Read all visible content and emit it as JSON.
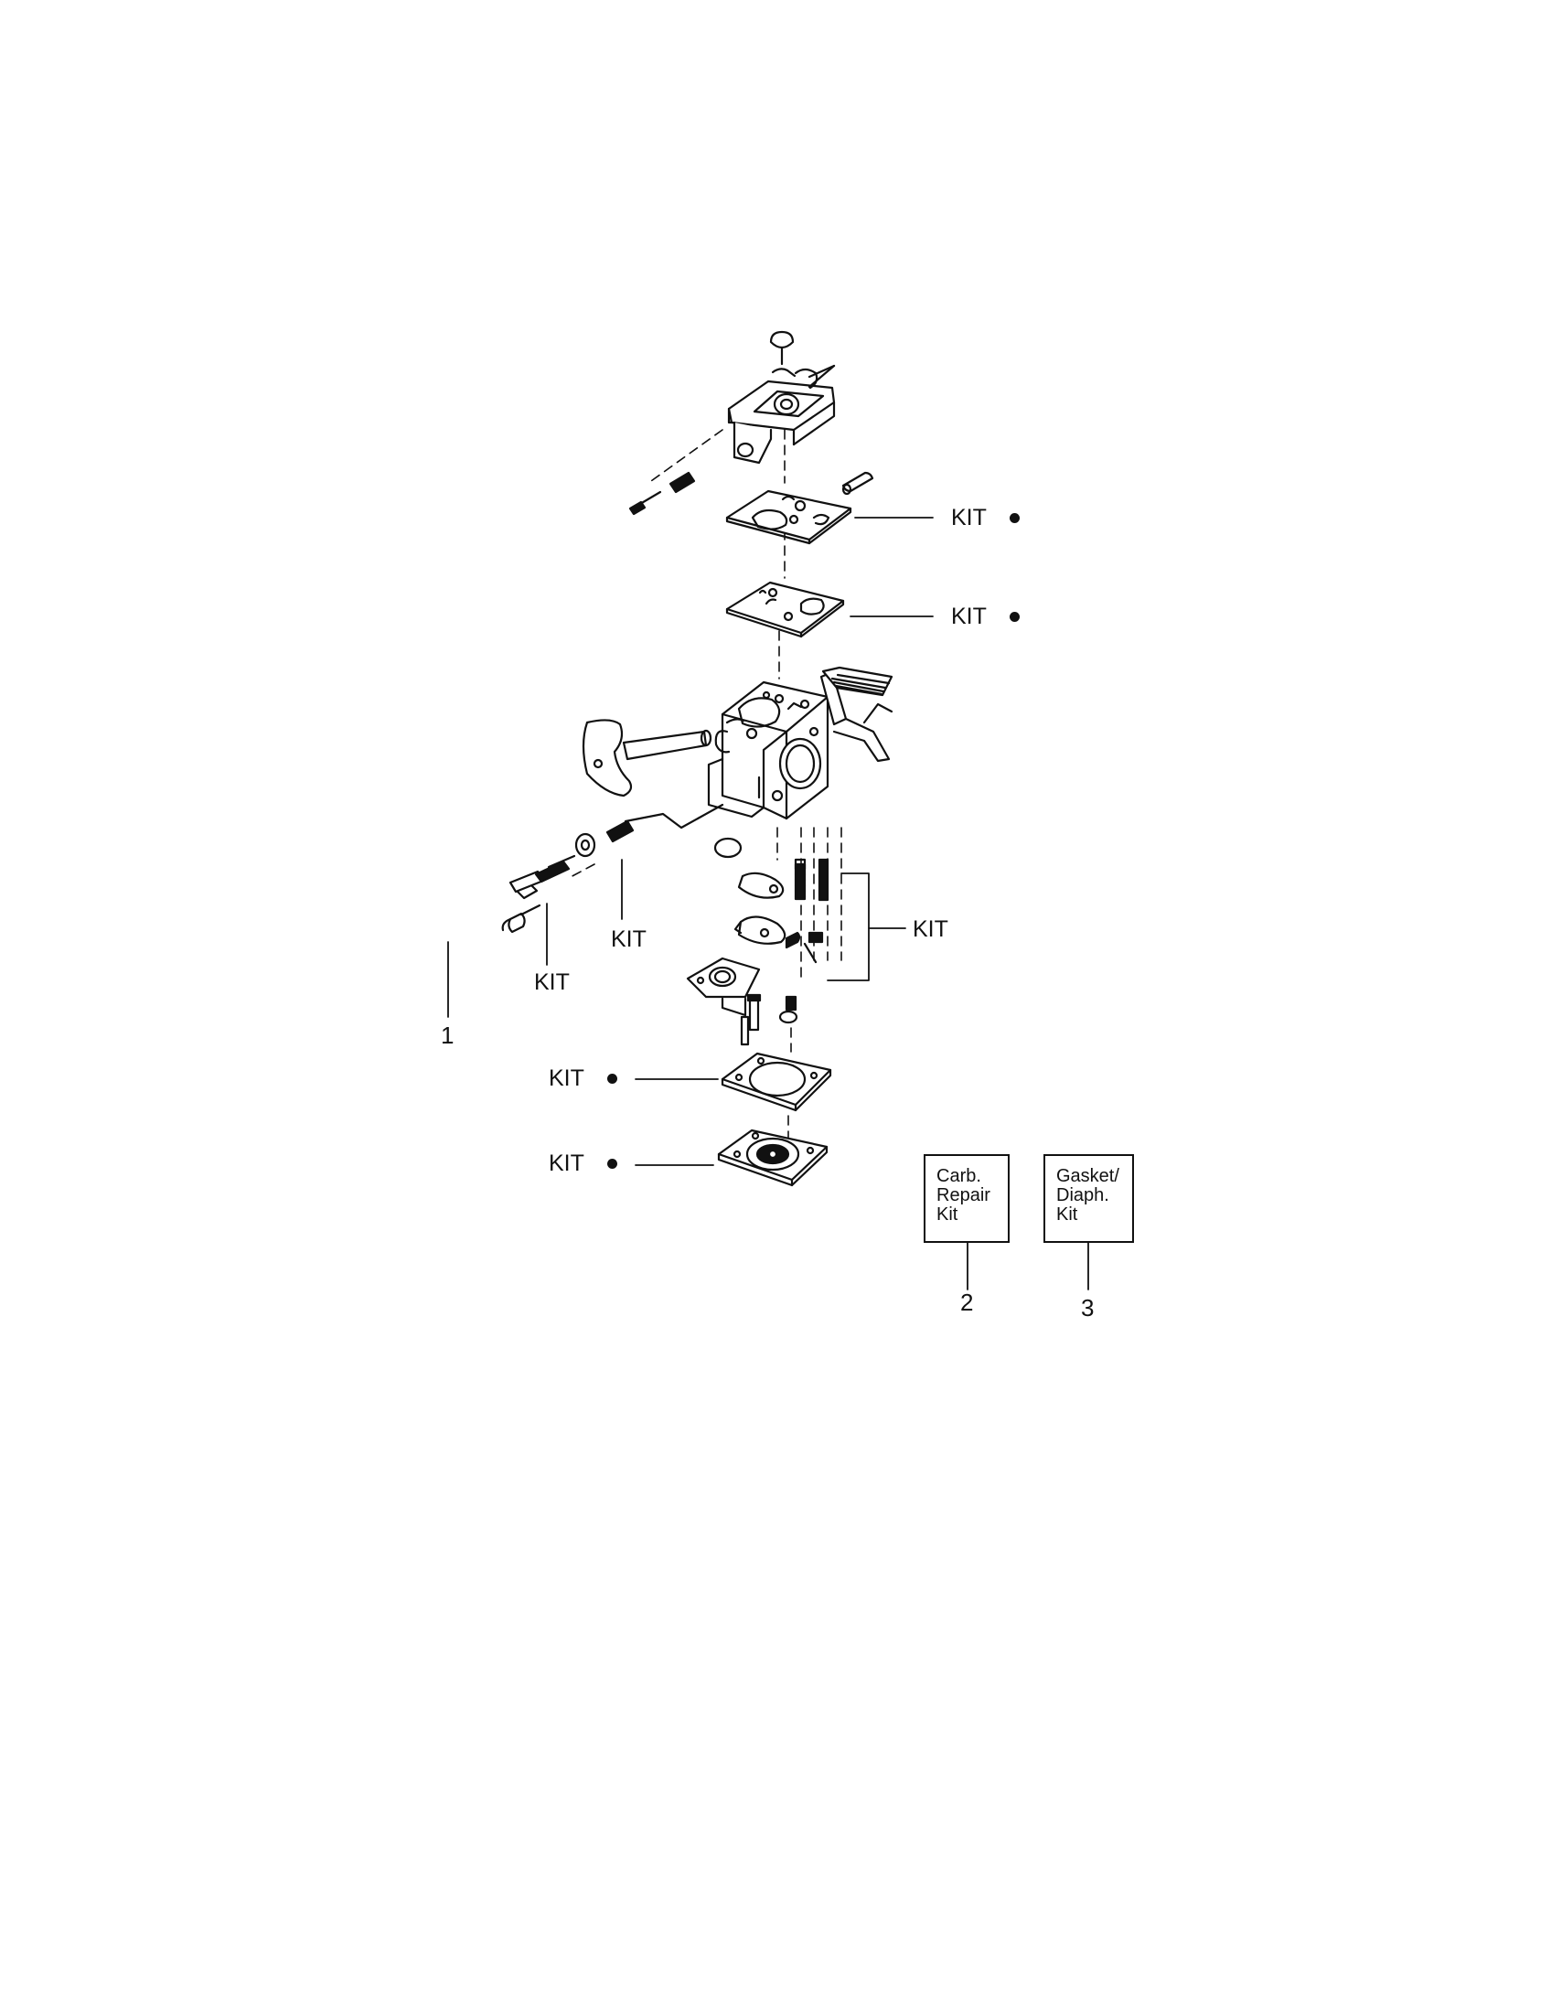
{
  "labels": {
    "kit": "KIT",
    "item_1": "1",
    "item_2": "2",
    "item_3": "3"
  },
  "legend": {
    "carb_repair_kit": [
      "Carb.",
      "Repair",
      "Kit"
    ],
    "gasket_diaph_kit": [
      "Gasket/",
      "Diaph.",
      "Kit"
    ]
  },
  "colors": {
    "ink": "#111111",
    "paper": "#ffffff"
  }
}
